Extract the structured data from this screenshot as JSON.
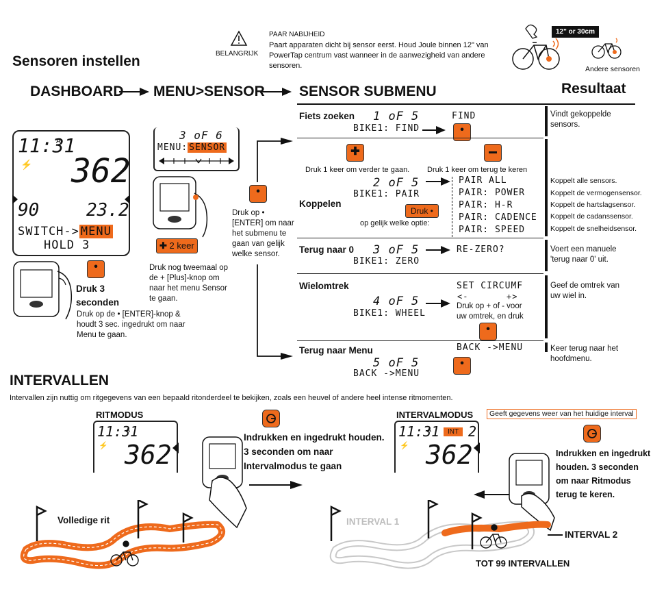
{
  "top": {
    "notice_title": "PAAR NABIJHEID",
    "notice_text": "Paart apparaten dicht bij sensor eerst. Houd Joule binnen 12\" van PowerTap centrum vast wanneer in de aanwezigheid van andere sensoren.",
    "warning_label": "BELANGRIJK",
    "distance_badge": "12\" or 30cm",
    "other_sensors": "Andere sensoren"
  },
  "section1": {
    "title": "Sensoren instellen",
    "flow_dashboard": "DASHBOARD",
    "flow_menu": "MENU>SENSOR",
    "flow_submenu": "SENSOR SUBMENU",
    "result_header": "Resultaat"
  },
  "dashboard_screen": {
    "time": "11:31",
    "am": "A",
    "power": "362",
    "cadence": "90",
    "speed": "23.2",
    "line1_prefix": "SWITCH->",
    "line1_hl": "MENU",
    "line2": "HOLD 3"
  },
  "dashboard_instr": {
    "title": "Druk 3 seconden",
    "text": "Druk op de • [ENTER]-knop & houdt 3 sec. ingedrukt om naar Menu te gaan."
  },
  "menu_screen": {
    "line1": "3 oF 6",
    "label": "MENU:",
    "hl": "SENSOR"
  },
  "menu_instr": {
    "badge": "2 keer",
    "text": "Druk nog tweemaal op de + [Plus]-knop om naar het menu Sensor te gaan."
  },
  "enter_instr": {
    "text": "Druk op • [ENTER] om naar het submenu te gaan van gelijk welke sensor."
  },
  "rows": [
    {
      "name": "Fiets zoeken",
      "lcd1": "1 oF 5",
      "lcd2": "BIKE1:  FIND",
      "target": "FIND",
      "result": "Vindt gekoppelde sensors."
    },
    {
      "name": "Koppelen",
      "lcd1": "2 oF 5",
      "lcd2": "BIKE1:  PAIR",
      "plus_text": "Druk 1 keer om verder te gaan.",
      "minus_text": "Druk 1 keer om terug te keren",
      "druk": "Druk •",
      "druk_text": "op gelijk welke optie:",
      "options": [
        "PAIR ALL",
        "PAIR: POWER",
        "PAIR: H-R",
        "PAIR: CADENCE",
        "PAIR: SPEED"
      ],
      "results": [
        "Koppelt alle sensors.",
        "Koppelt de vermogensensor.",
        "Koppelt de hartslagsensor.",
        "Koppelt de cadanssensor.",
        "Koppelt de snelheidsensor."
      ]
    },
    {
      "name": "Terug naar 0",
      "lcd1": "3 oF 5",
      "lcd2": "BIKE1:  ZERO",
      "target": "RE-ZERO?",
      "result": "Voert een manuele 'terug naar 0' uit."
    },
    {
      "name": "Wielomtrek",
      "lcd1": "4 oF 5",
      "lcd2": "BIKE1: WHEEL",
      "target": "SET CIRCUMF",
      "arrows_left": "<-",
      "arrows_right": "+>",
      "note": "Druk op + of - voor uw omtrek, en druk",
      "result": "Geef de omtrek van uw wiel in."
    },
    {
      "name": "Terug naar Menu",
      "lcd1": "5 oF 5",
      "lcd2": "BACK ->MENU",
      "target": "BACK ->MENU",
      "result": "Keer terug naar het hoofdmenu."
    }
  ],
  "intervals": {
    "title": "INTERVALLEN",
    "intro": "Intervallen zijn nuttig om ritgegevens van een bepaald ritonderdeel te bekijken, zoals een heuvel of andere heel intense ritmomenten.",
    "ride_mode": "RITMODUS",
    "interval_mode": "INTERVALMODUS",
    "interval_note": "Geeft gegevens weer van het huidige interval",
    "time": "11:31",
    "am": "A",
    "power": "362",
    "int_label": "INT",
    "int_number": "2",
    "to_interval": "Indrukken en ingedrukt houden. 3 seconden om naar Intervalmodus te gaan",
    "to_ride": "Indrukken en ingedrukt houden. 3 seconden om naar Ritmodus terug te keren.",
    "full_ride": "Volledige rit",
    "interval1": "INTERVAL 1",
    "interval2": "INTERVAL 2",
    "max": "TOT 99 INTERVALLEN"
  },
  "colors": {
    "accent": "#ee6a1c",
    "ink": "#111111",
    "grey": "#c8c8c8"
  }
}
